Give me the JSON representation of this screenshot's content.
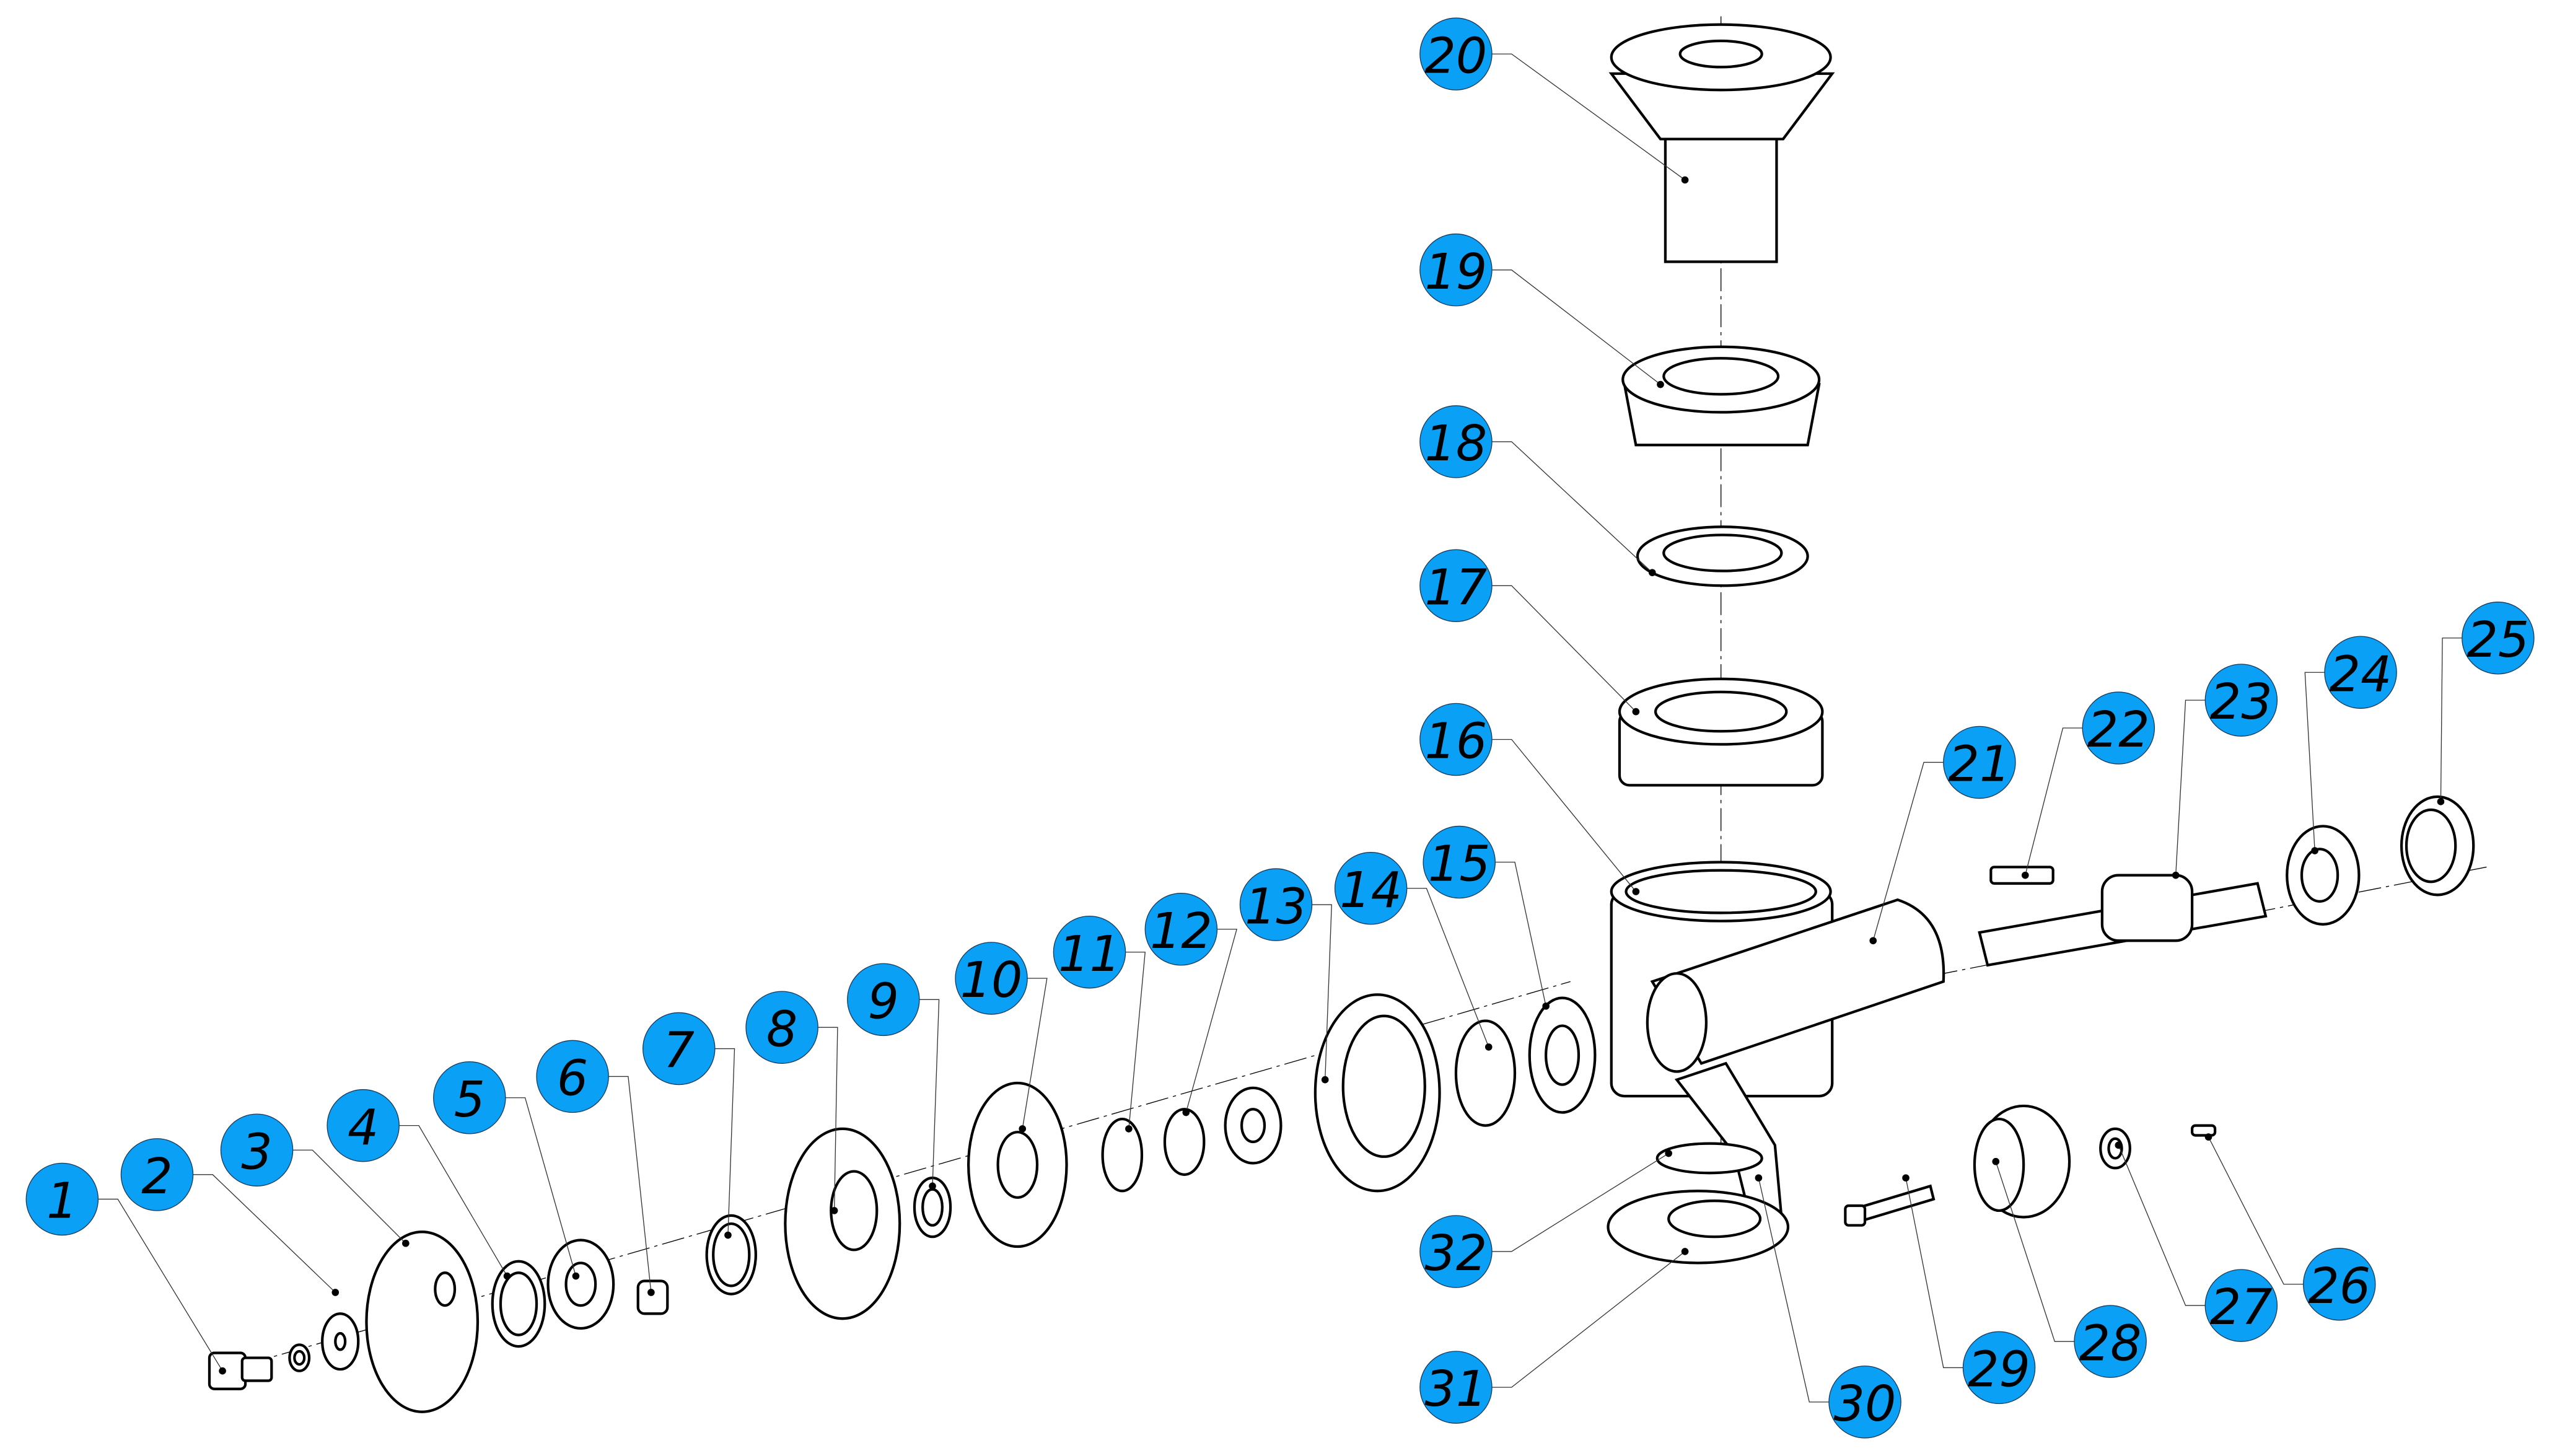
{
  "diagram": {
    "type": "exploded-assembly-drawing",
    "balloon_color": "#0aa0f5",
    "callouts": [
      "1",
      "2",
      "3",
      "4",
      "5",
      "6",
      "7",
      "8",
      "9",
      "10",
      "11",
      "12",
      "13",
      "14",
      "15",
      "16",
      "17",
      "18",
      "19",
      "20",
      "21",
      "22",
      "23",
      "24",
      "25",
      "26",
      "27",
      "28",
      "29",
      "30",
      "31",
      "32"
    ]
  }
}
